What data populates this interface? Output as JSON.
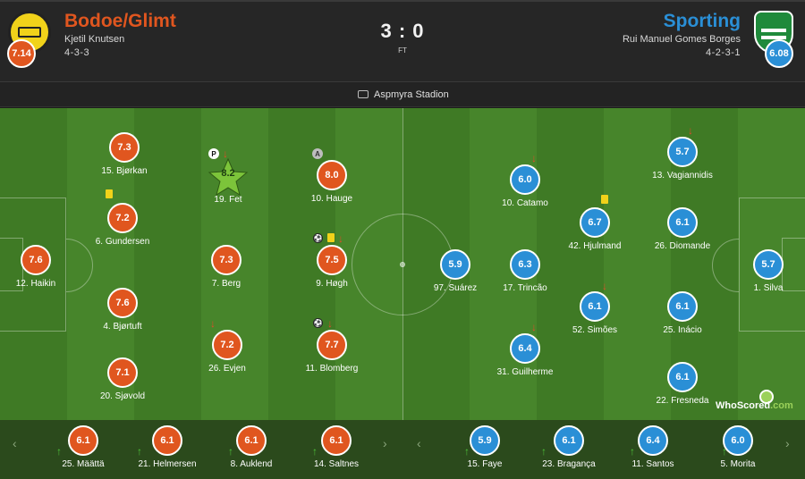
{
  "home": {
    "name": "Bodoe/Glimt",
    "manager": "Kjetil Knutsen",
    "formation": "4-3-3",
    "rating": "7.14",
    "color": "#e0561f",
    "players": [
      {
        "num": "15.",
        "name": "Bjørkan",
        "rating": "7.3"
      },
      {
        "num": "6.",
        "name": "Gundersen",
        "rating": "7.2"
      },
      {
        "num": "12.",
        "name": "Haikin",
        "rating": "7.6"
      },
      {
        "num": "4.",
        "name": "Bjørtuft",
        "rating": "7.6"
      },
      {
        "num": "20.",
        "name": "Sjøvold",
        "rating": "7.1"
      },
      {
        "num": "19.",
        "name": "Fet",
        "rating": "8.2"
      },
      {
        "num": "7.",
        "name": "Berg",
        "rating": "7.3"
      },
      {
        "num": "26.",
        "name": "Evjen",
        "rating": "7.2"
      },
      {
        "num": "10.",
        "name": "Hauge",
        "rating": "8.0"
      },
      {
        "num": "9.",
        "name": "Høgh",
        "rating": "7.5"
      },
      {
        "num": "11.",
        "name": "Blomberg",
        "rating": "7.7"
      }
    ],
    "subs": [
      {
        "num": "25.",
        "name": "Määttä",
        "rating": "6.1"
      },
      {
        "num": "21.",
        "name": "Helmersen",
        "rating": "6.1"
      },
      {
        "num": "8.",
        "name": "Auklend",
        "rating": "6.1"
      },
      {
        "num": "14.",
        "name": "Saltnes",
        "rating": "6.1"
      }
    ]
  },
  "away": {
    "name": "Sporting",
    "manager": "Rui Manuel Gomes Borges",
    "formation": "4-2-3-1",
    "rating": "6.08",
    "color": "#2a8fd6",
    "players": [
      {
        "num": "13.",
        "name": "Vagiannidis",
        "rating": "5.7"
      },
      {
        "num": "26.",
        "name": "Diomande",
        "rating": "6.1"
      },
      {
        "num": "1.",
        "name": "Silva",
        "rating": "5.7"
      },
      {
        "num": "25.",
        "name": "Inácio",
        "rating": "6.1"
      },
      {
        "num": "22.",
        "name": "Fresneda",
        "rating": "6.1"
      },
      {
        "num": "42.",
        "name": "Hjulmand",
        "rating": "6.7"
      },
      {
        "num": "52.",
        "name": "Simões",
        "rating": "6.1"
      },
      {
        "num": "10.",
        "name": "Catamo",
        "rating": "6.0"
      },
      {
        "num": "17.",
        "name": "Trincão",
        "rating": "6.3"
      },
      {
        "num": "31.",
        "name": "Guilherme",
        "rating": "6.4"
      },
      {
        "num": "97.",
        "name": "Suárez",
        "rating": "5.9"
      }
    ],
    "subs": [
      {
        "num": "15.",
        "name": "Faye",
        "rating": "5.9"
      },
      {
        "num": "23.",
        "name": "Bragança",
        "rating": "6.1"
      },
      {
        "num": "11.",
        "name": "Santos",
        "rating": "6.4"
      },
      {
        "num": "5.",
        "name": "Morita",
        "rating": "6.0"
      }
    ]
  },
  "match": {
    "score": "3 : 0",
    "status": "FT",
    "venue": "Aspmyra Stadion"
  },
  "badges": {
    "penalty": "P",
    "assist": "A",
    "ball": "⚽",
    "down_arrow": "↓",
    "up_arrow": "↑"
  },
  "branding": {
    "who": "WhoScored",
    "scored_suffix": ".com"
  },
  "nav": {
    "prev": "‹",
    "next": "›"
  }
}
